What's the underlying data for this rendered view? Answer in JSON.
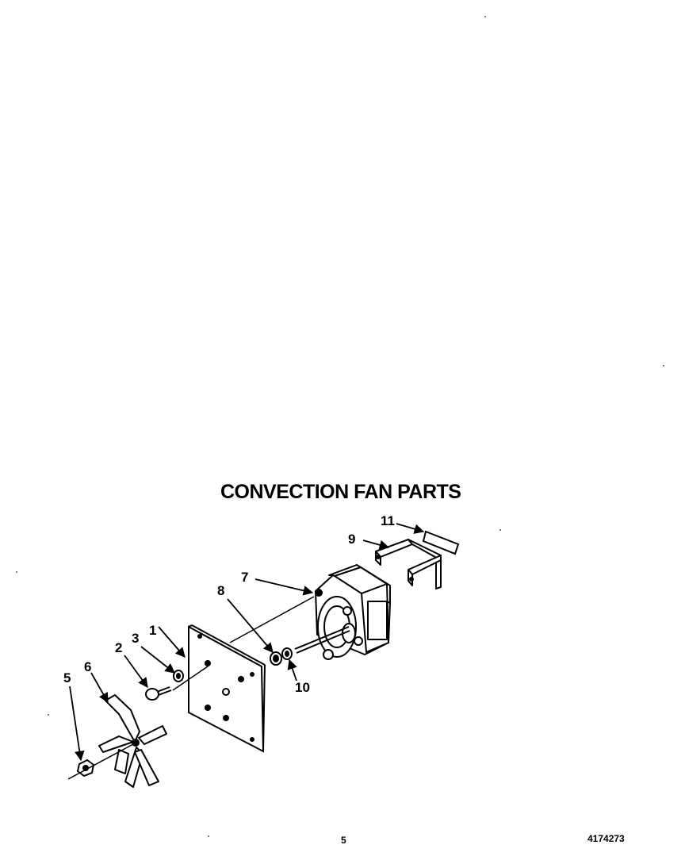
{
  "title": "CONVECTION FAN PARTS",
  "callouts": {
    "c1": "1",
    "c2": "2",
    "c3": "3",
    "c4": "5",
    "c5": "6",
    "c6": "7",
    "c7": "8",
    "c8": "9",
    "c9": "10",
    "c10": "11"
  },
  "page_number": "5",
  "part_number": "4174273"
}
